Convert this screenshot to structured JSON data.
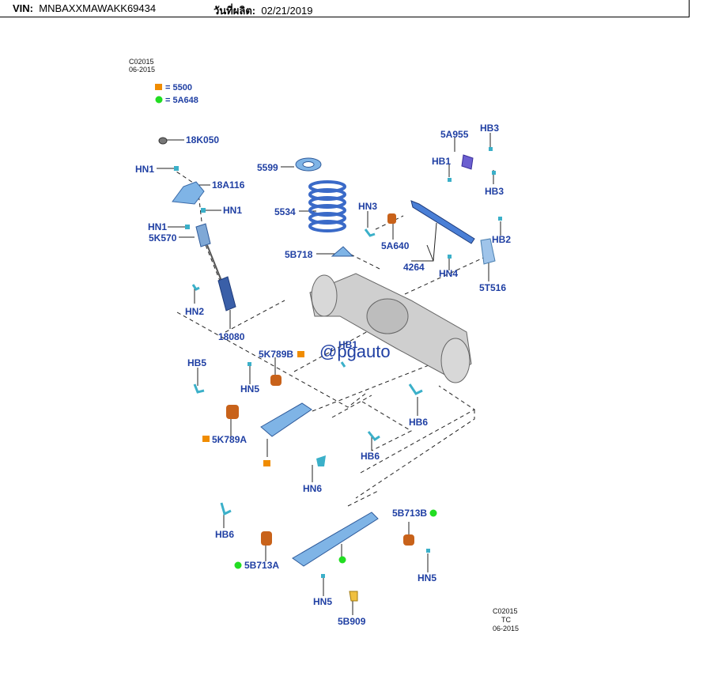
{
  "header": {
    "vin_label": "VIN:",
    "vin_value": "MNBAXXMAWAKK69434",
    "date_label": "วันที่ผลิต:",
    "date_value": "02/21/2019"
  },
  "stamp_top": {
    "line1": "C02015",
    "line2": "06-2015"
  },
  "legend": [
    {
      "symbol": "orange-square",
      "color": "#f08c00",
      "text": "= 5500"
    },
    {
      "symbol": "green-dot",
      "color": "#22dd22",
      "text": "= 5A648"
    }
  ],
  "parts": {
    "p18k050": "18K050",
    "hn1_a": "HN1",
    "p18a116": "18A116",
    "hn1_b": "HN1",
    "hn1_c": "HN1",
    "p5k570": "5K570",
    "hn2": "HN2",
    "p18080": "18080",
    "p5599": "5599",
    "p5534": "5534",
    "p5b718": "5B718",
    "p5a955": "5A955",
    "hb3_a": "HB3",
    "hb1_a": "HB1",
    "hb3_b": "HB3",
    "hn3": "HN3",
    "p5a640": "5A640",
    "p4264": "4264",
    "hb2": "HB2",
    "hn4": "HN4",
    "p5t516": "5T516",
    "hb1_b": "HB1",
    "p5k789b": "5K789B",
    "hb5": "HB5",
    "hn5_a": "HN5",
    "p5k789a": "5K789A",
    "hn6_a": "HN6",
    "hb6_a": "HB6",
    "hb6_b": "HB6",
    "hb6_c": "HB6",
    "p5b713b": "5B713B",
    "hn5_b": "HN5",
    "p5b713a": "5B713A",
    "hn5_c": "HN5",
    "p5b909": "5B909"
  },
  "watermark": "@pgauto",
  "stamp_bottom": {
    "line1": "C02015",
    "line2": "TC",
    "line3": "06-2015"
  },
  "colors": {
    "callout_text": "#1f3fa3",
    "part_blue": "#4a7fd6",
    "part_light_blue": "#7fb4e6",
    "bushing_orange": "#c8621a",
    "cyan_hardware": "#3bb0c9",
    "axle_gray": "#c9c9c9"
  }
}
